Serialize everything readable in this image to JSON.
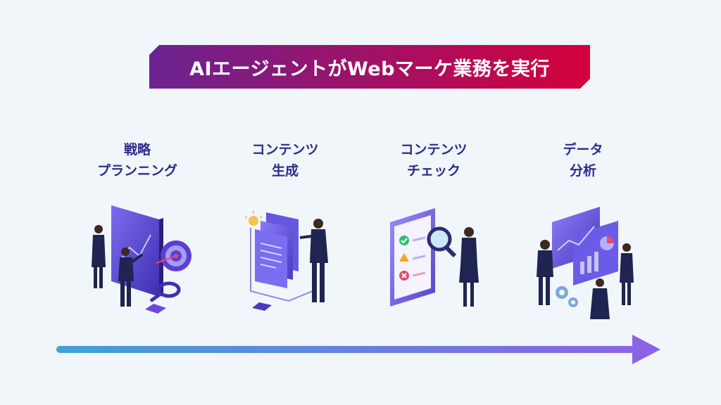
{
  "banner": {
    "title": "AIエージェントがWebマーケ業務を実行",
    "gradient_start": "#6a2391",
    "gradient_end": "#d5003c"
  },
  "steps": [
    {
      "line1": "戦略",
      "line2": "プランニング",
      "illustration": "strategy-planning-illustration"
    },
    {
      "line1": "コンテンツ",
      "line2": "生成",
      "illustration": "content-generation-illustration"
    },
    {
      "line1": "コンテンツ",
      "line2": "チェック",
      "illustration": "content-check-illustration"
    },
    {
      "line1": "データ",
      "line2": "分析",
      "illustration": "data-analysis-illustration"
    }
  ],
  "colors": {
    "label_text": "#2f2a8c",
    "arrow_start": "#3fa2d8",
    "arrow_end": "#8b63e6",
    "background": "#f1f6fb"
  }
}
